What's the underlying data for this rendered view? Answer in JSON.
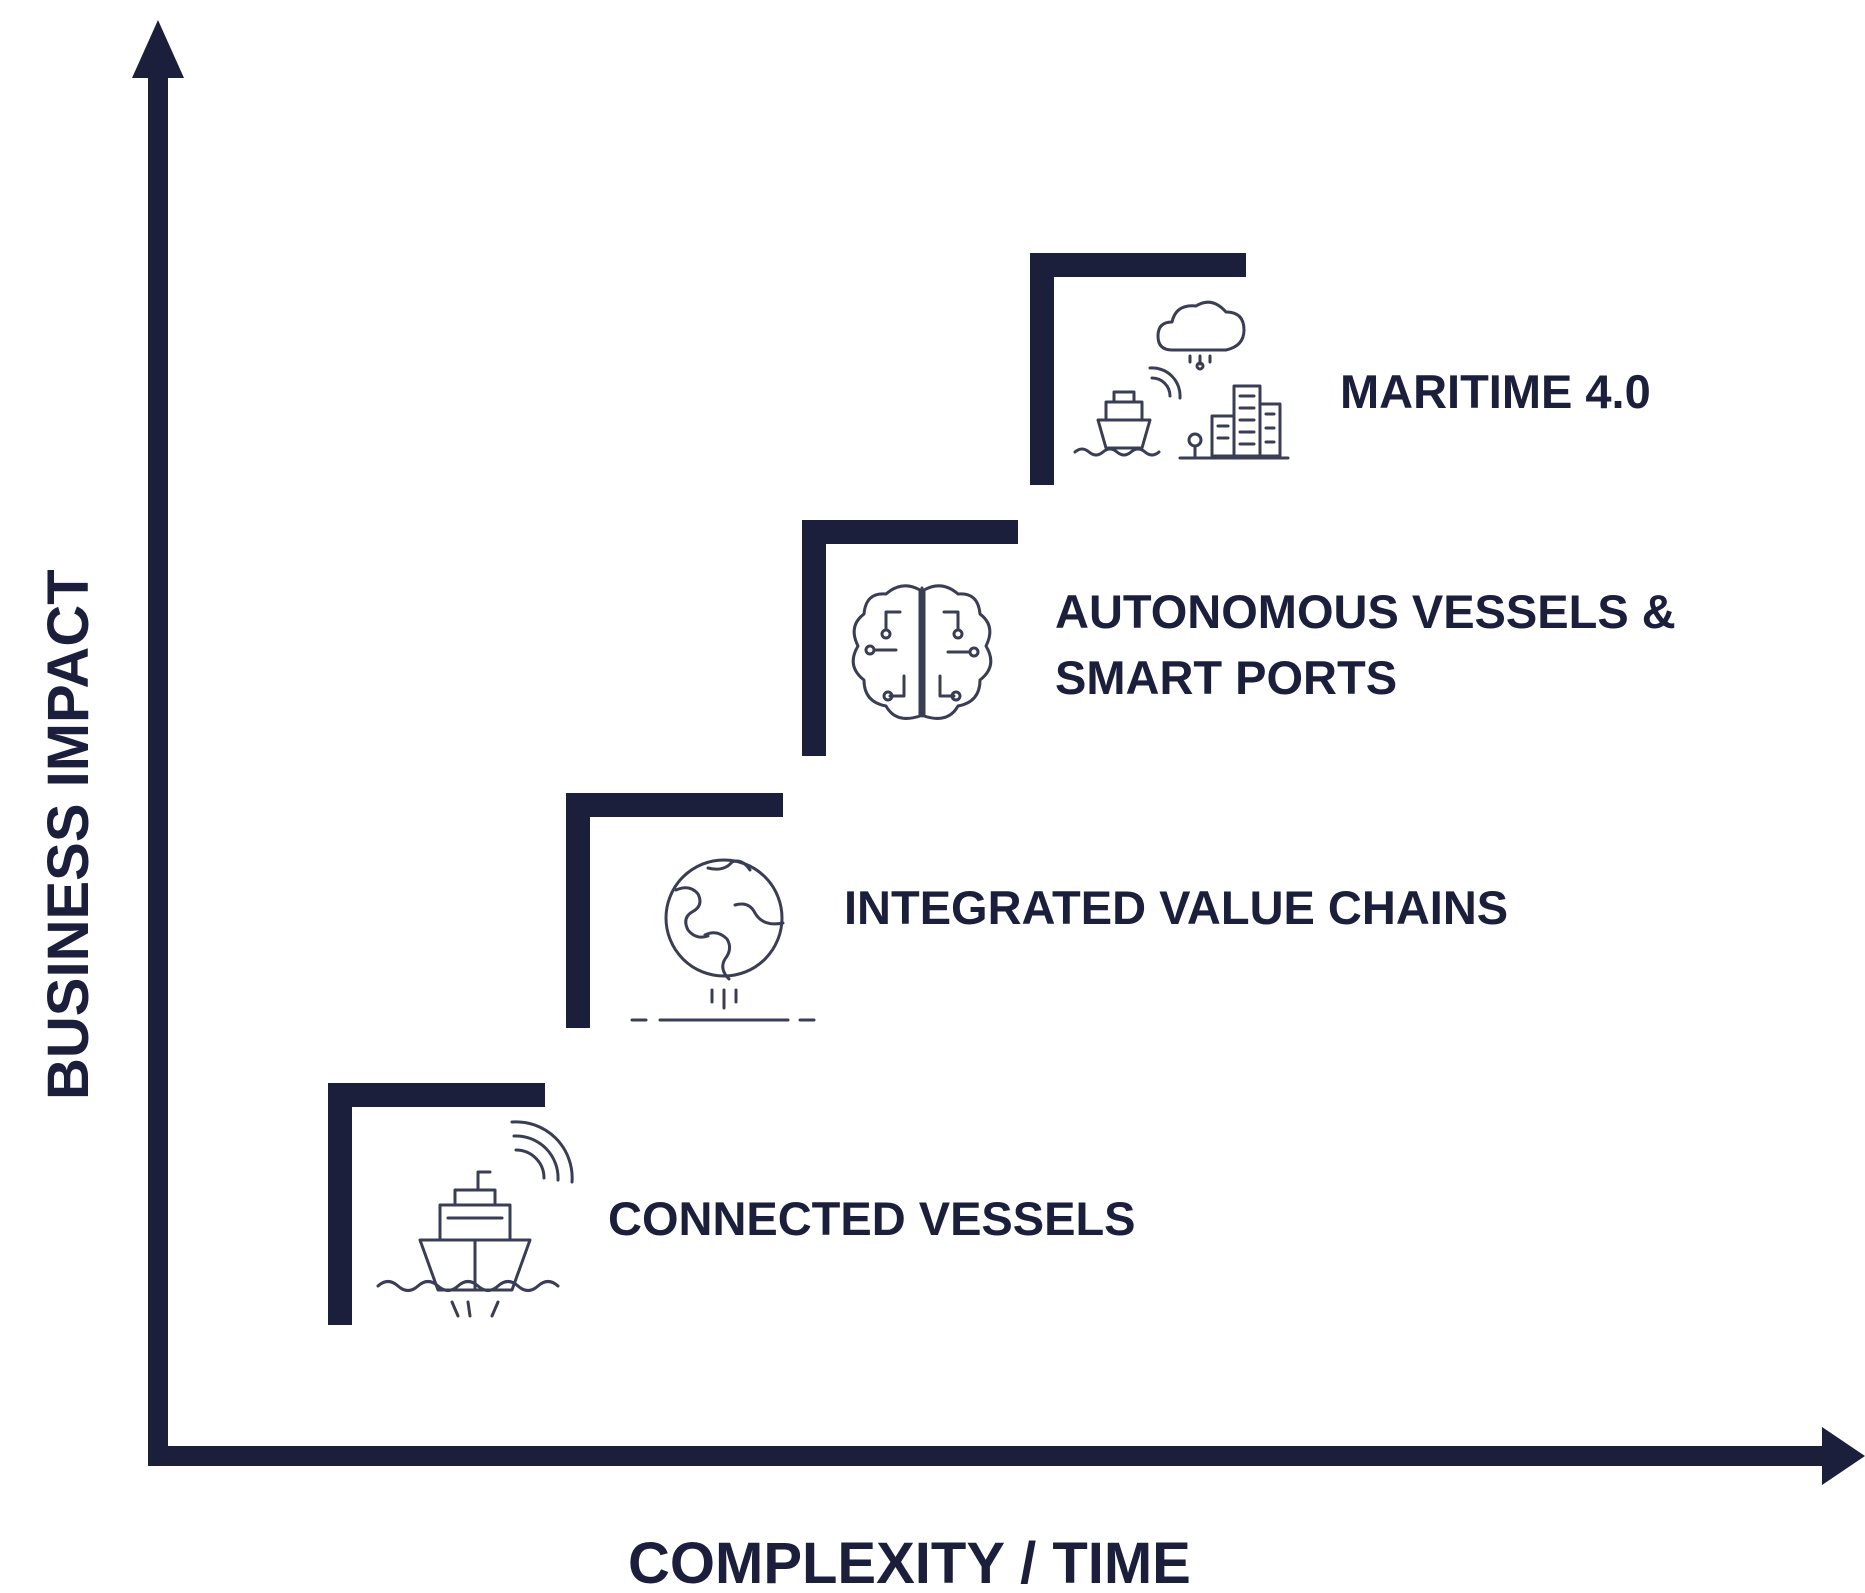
{
  "colors": {
    "primary": "#1b1f3b",
    "icon": "#3a3e55",
    "background": "#ffffff"
  },
  "axes": {
    "y_label": "BUSINESS IMPACT",
    "x_label": "COMPLEXITY / TIME"
  },
  "steps": [
    {
      "label_lines": [
        "CONNECTED VESSELS"
      ],
      "icon": "ship-signal-icon"
    },
    {
      "label_lines": [
        "INTEGRATED VALUE CHAINS"
      ],
      "icon": "globe-icon"
    },
    {
      "label_lines": [
        "AUTONOMOUS VESSELS &",
        "SMART PORTS"
      ],
      "icon": "brain-circuit-icon"
    },
    {
      "label_lines": [
        "MARITIME 4.0"
      ],
      "icon": "ship-city-cloud-icon"
    }
  ]
}
